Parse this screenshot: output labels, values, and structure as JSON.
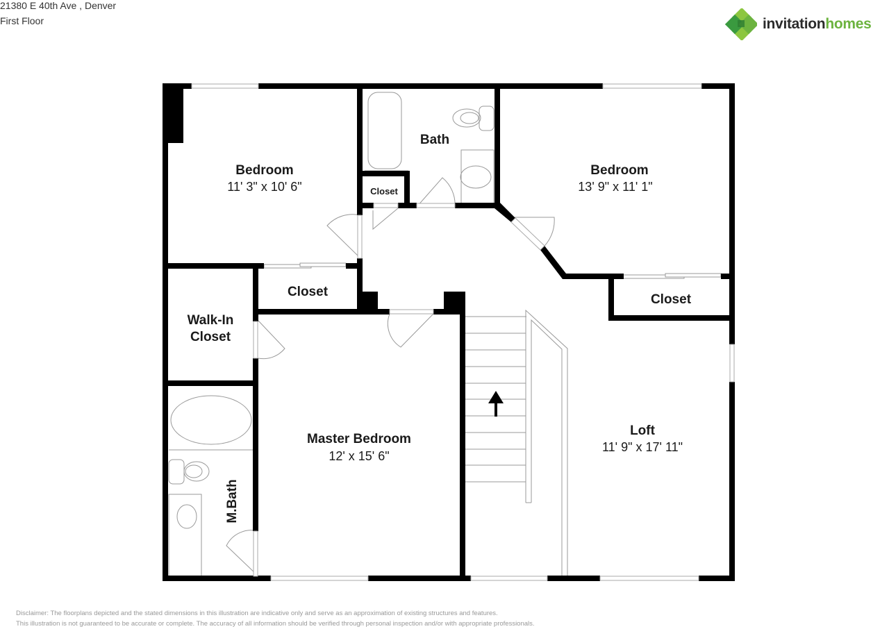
{
  "header": {
    "address": "21380 E 40th Ave , Denver",
    "floor": "First Floor"
  },
  "brand": {
    "name_part1": "invitation",
    "name_part2": "homes",
    "colors": {
      "dark": "#2b2b2b",
      "green": "#6cb33f",
      "green_dark": "#3a9a3f",
      "green_light": "#8cc63f"
    }
  },
  "rooms": [
    {
      "label": "Bedroom",
      "dimensions": "11' 3\" x 10' 6\""
    },
    {
      "label": "Bath",
      "dimensions": ""
    },
    {
      "label": "Closet",
      "dimensions": ""
    },
    {
      "label": "Bedroom",
      "dimensions": "13' 9\" x 11' 1\""
    },
    {
      "label": "Closet",
      "dimensions": ""
    },
    {
      "label": "Walk-In",
      "label2": "Closet",
      "dimensions": ""
    },
    {
      "label": "Closet",
      "dimensions": ""
    },
    {
      "label": "Master Bedroom",
      "dimensions": "12' x 15' 6\""
    },
    {
      "label": "M.Bath",
      "dimensions": ""
    },
    {
      "label": "Loft",
      "dimensions": "11' 9\" x 17' 11\""
    }
  ],
  "stairs": {
    "direction": "up"
  },
  "disclaimer": {
    "line1": "Disclaimer: The floorplans depicted and the stated dimensions in this illustration are indicative only and serve as an approximation of existing structures and features.",
    "line2": "This illustration is not guaranteed to be accurate or complete. The accuracy of all information should be verified through personal inspection and/or with appropriate professionals."
  }
}
